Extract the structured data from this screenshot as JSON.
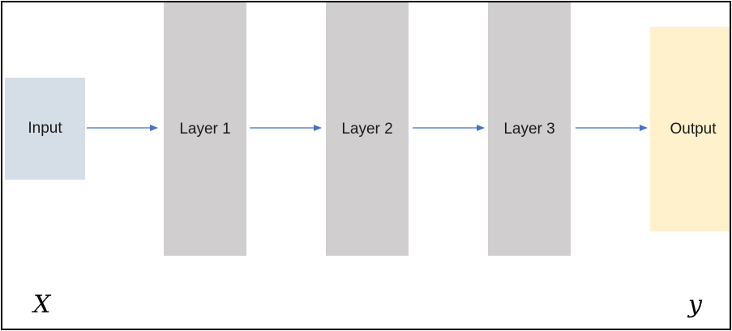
{
  "diagram": {
    "nodes": [
      {
        "id": "input",
        "label": "Input"
      },
      {
        "id": "layer1",
        "label": "Layer 1"
      },
      {
        "id": "layer2",
        "label": "Layer 2"
      },
      {
        "id": "layer3",
        "label": "Layer 3"
      },
      {
        "id": "output",
        "label": "Output"
      }
    ],
    "edges": [
      {
        "from": "input",
        "to": "layer1"
      },
      {
        "from": "layer1",
        "to": "layer2"
      },
      {
        "from": "layer2",
        "to": "layer3"
      },
      {
        "from": "layer3",
        "to": "output"
      }
    ],
    "input_symbol": "X",
    "output_symbol": "y",
    "colors": {
      "input": "#d5dde6",
      "hidden_layer": "#d0cece",
      "output": "#fff1cc",
      "arrow": "#4472c4"
    }
  }
}
